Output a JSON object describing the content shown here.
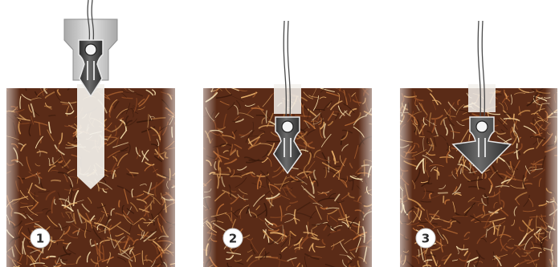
{
  "steps": [
    {
      "number": "1",
      "stage": "implant-inserted-in-cannula"
    },
    {
      "number": "2",
      "stage": "implant-pushed-to-depth"
    },
    {
      "number": "3",
      "stage": "barbs-expanded-anchored"
    }
  ],
  "colors": {
    "soil_dark": "#5a2b17",
    "soil_mid": "#8e4a24",
    "soil_root_light": "#e8b06a",
    "soil_root_pale": "#f3dcaa",
    "surface_top": "#b58a5c",
    "surface_band": "#d8b88f",
    "implant_metal": "#3a3a3a",
    "implant_highlight": "#8a8a8a",
    "cannula_white": "#f3f1ec",
    "tool_gray": "#c8c8c8",
    "wire": "#4a4a4a",
    "badge_fill": "#ffffff",
    "badge_text": "#2c2c2c"
  }
}
